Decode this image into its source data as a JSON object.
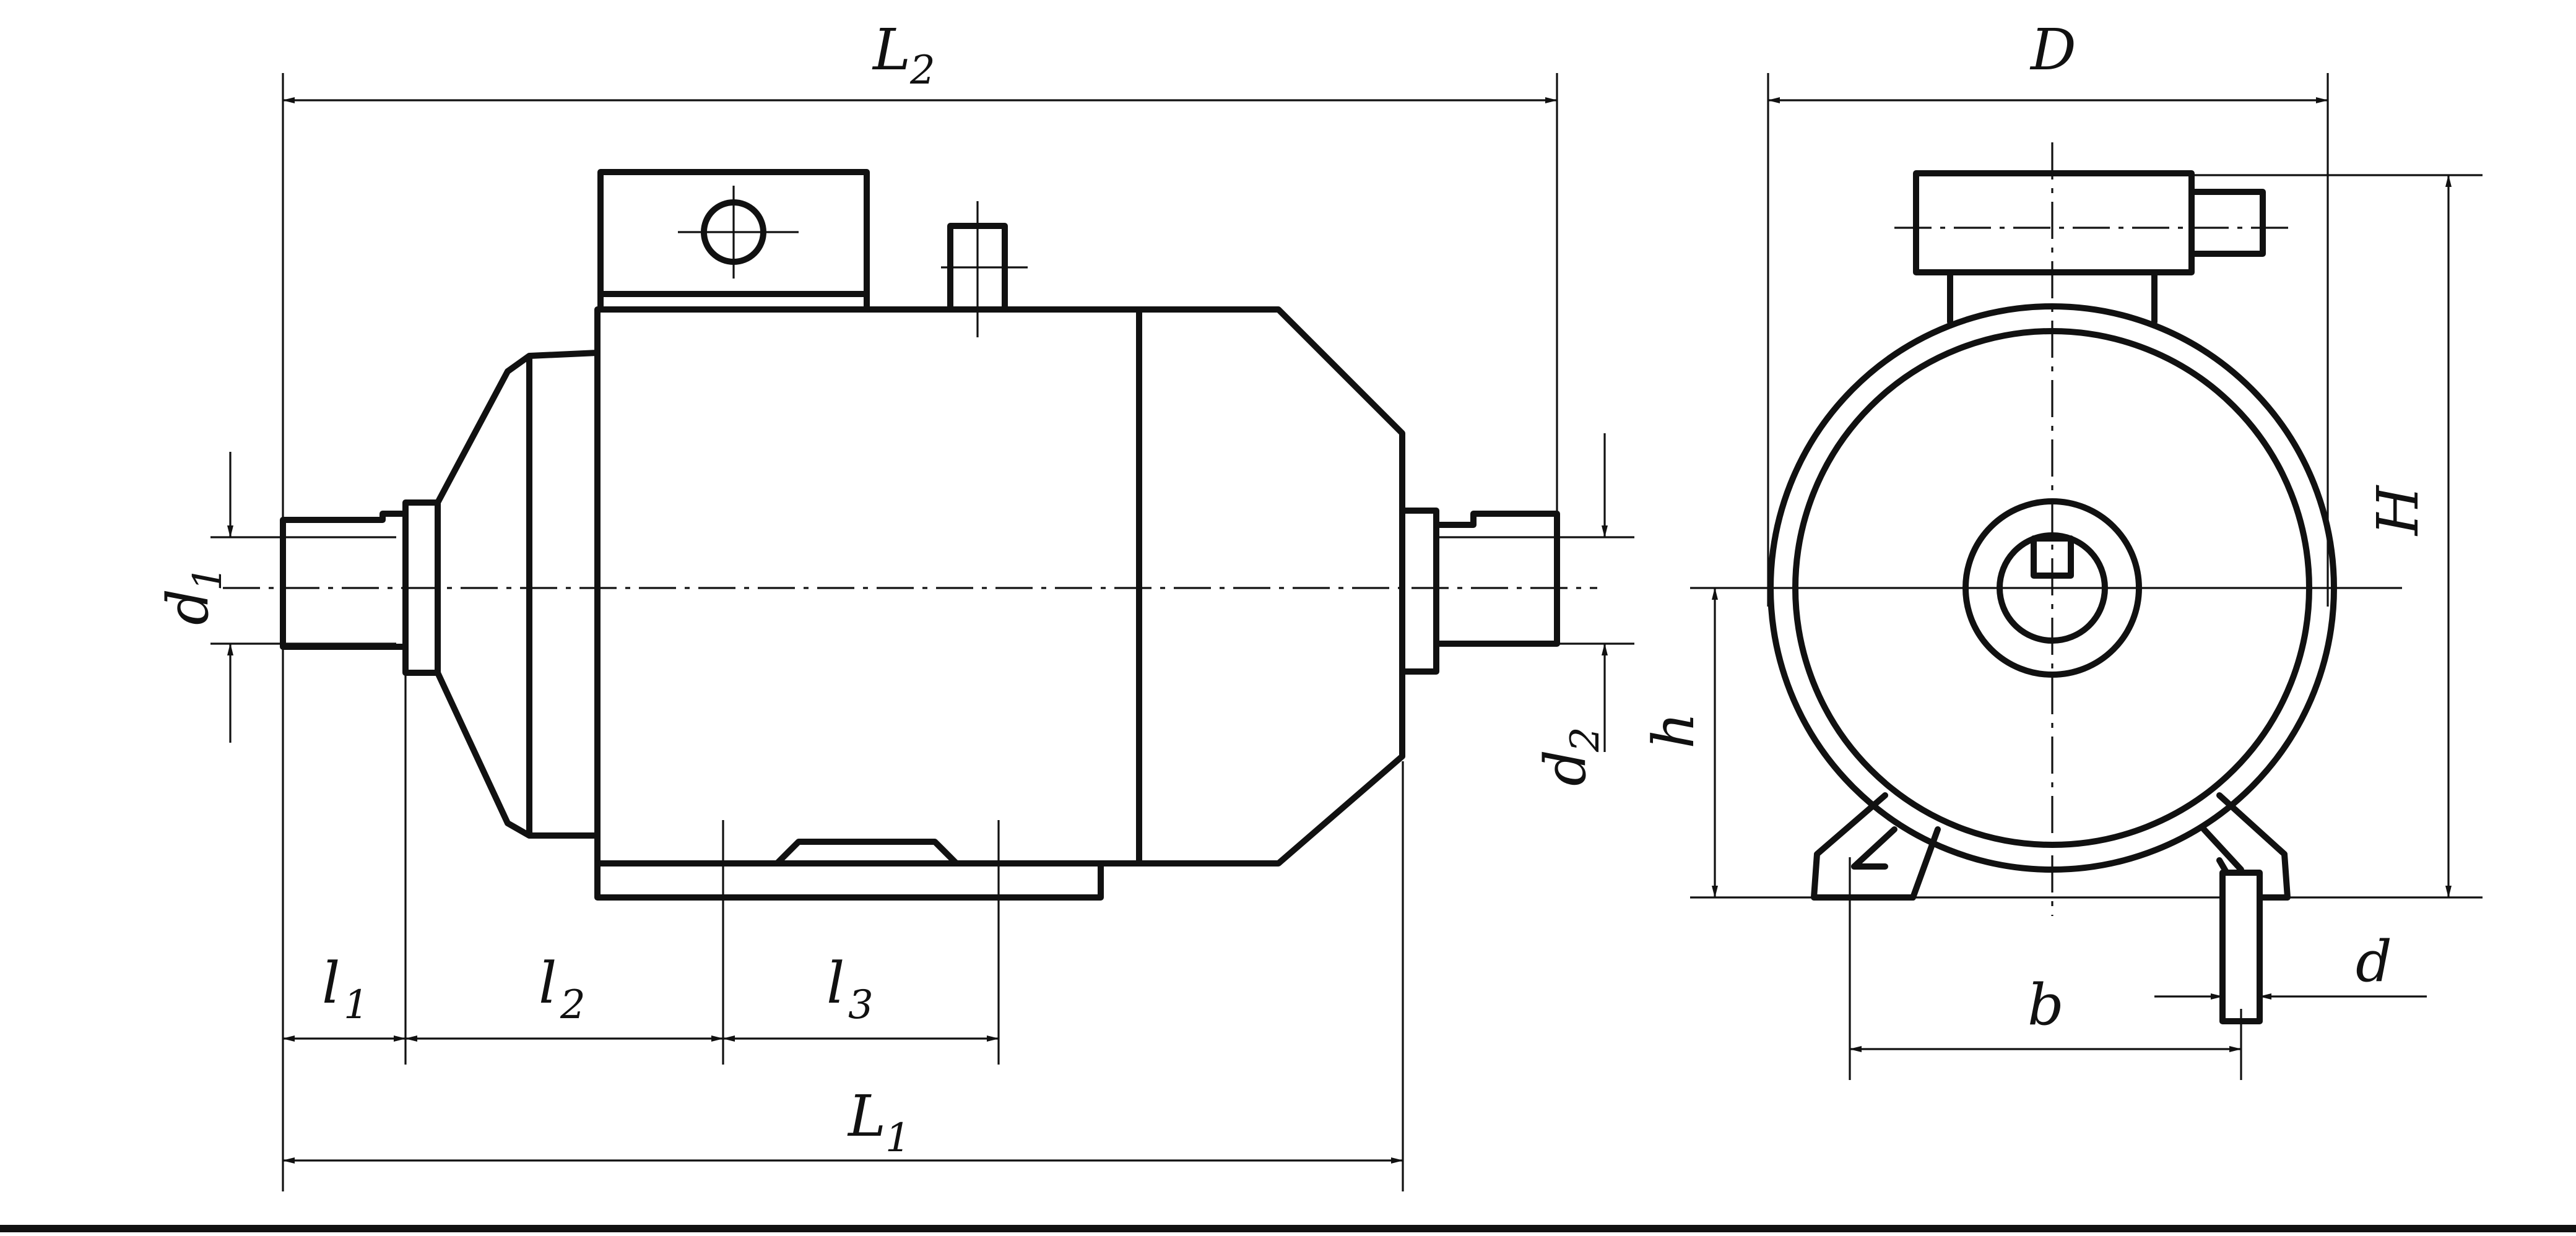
{
  "labels": {
    "L2": {
      "main": "L",
      "sub": "2"
    },
    "D": {
      "main": "D"
    },
    "H": {
      "main": "H"
    },
    "h": {
      "main": "h"
    },
    "d1": {
      "main": "d",
      "sub": "1"
    },
    "d2": {
      "main": "d",
      "sub": "2"
    },
    "l1": {
      "main": "l",
      "sub": "1"
    },
    "l2": {
      "main": "l",
      "sub": "2"
    },
    "l3": {
      "main": "l",
      "sub": "3"
    },
    "L1": {
      "main": "L",
      "sub": "1"
    },
    "b": {
      "main": "b"
    },
    "d": {
      "main": "d"
    }
  }
}
